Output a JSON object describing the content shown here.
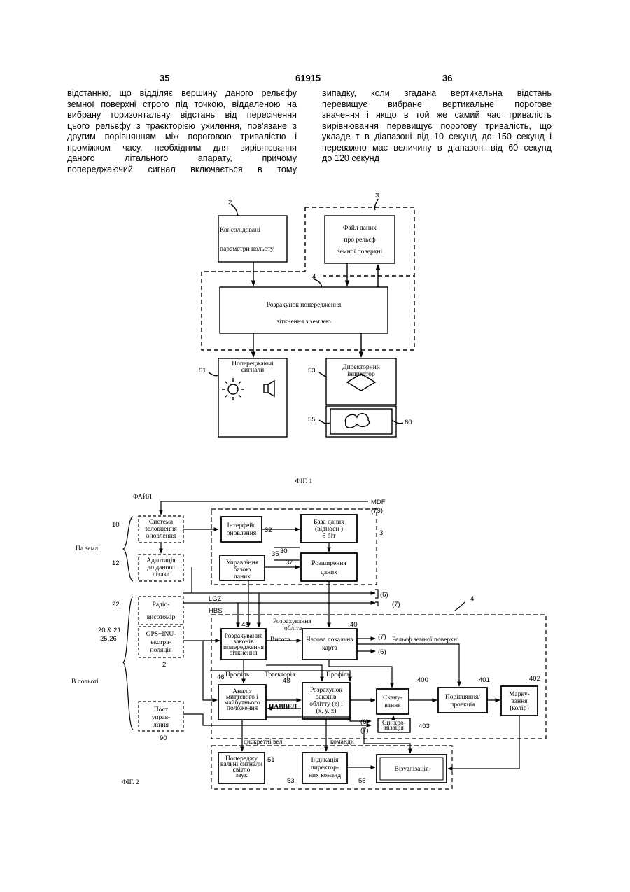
{
  "header": {
    "left_page": "35",
    "patent_number": "61915",
    "right_page": "36"
  },
  "left_column": [
    "відстанню, що відділяє вершину даного рельєфу",
    "земної поверхні строго під точкою, віддаленою на",
    "вибрану горизонтальну відстань від пересічення",
    "цього рельєфу з траєкторією ухилення, пов'язане з",
    "другим порівнянням між пороговою тривалістю і",
    "проміжком часу, необхідним для вирівнювання",
    "даного літального апарату, причому",
    "попереджаючий сигнал включається в тому"
  ],
  "right_column": [
    "випадку, коли згадана вертикальна відстань",
    "перевищує вибране вертикальне порогове",
    "значення і якщо в той же самий час тривалість",
    "вирівнювання перевищує порогову тривалість, що",
    "укладе т в діапазоні від 10 секунд до 150 секунд і",
    "переважно має величину в діапазоні від 60 секунд",
    "до 120 секунд"
  ],
  "fig1": {
    "caption": "ФІГ. 1",
    "ref_2": "2",
    "ref_3": "3",
    "ref_4": "4",
    "ref_51": "51",
    "ref_53": "53",
    "ref_55": "55",
    "ref_60": "60",
    "box2": [
      "Консолідовані",
      "параметри польоту"
    ],
    "box3": [
      "Файл даних",
      "про рельєф",
      "земної поверхні"
    ],
    "box4": [
      "Розрахунок попередження",
      "зіткнення з землею"
    ],
    "box51": [
      "Попереджаючі",
      "сигнали"
    ],
    "box53": [
      "Директорний",
      "індикатор"
    ]
  },
  "fig2": {
    "caption": "ФІГ. 2",
    "file_label": "ФАЙЛ",
    "mdf": "MDF",
    "ref_79": "(79)",
    "on_ground": "На землі",
    "in_flight": "В польоті",
    "box10": [
      "Система",
      "зеловнення",
      "оновлення"
    ],
    "box12": [
      "Адаптація",
      "до даного",
      "літака"
    ],
    "box22": [
      "Радіо-",
      "висотомір"
    ],
    "box2": [
      "GPS+INU-",
      "екстра-",
      "поляція"
    ],
    "box90": [
      "Пост",
      "управ-",
      "ління"
    ],
    "box32": [
      "Інтерфейс",
      "оновлення"
    ],
    "box30": [
      "База даних",
      "(відносн )",
      "5 біт"
    ],
    "box35": [
      "Управління",
      "базою",
      "даних"
    ],
    "box37": [
      "Розширення",
      "даних"
    ],
    "box43": [
      "Розрахування",
      "законів",
      "попередження",
      "зіткнення"
    ],
    "box40": [
      "Часова локальна",
      "карта"
    ],
    "box46": [
      "Аналіз",
      "миттєвого і",
      "майбутнього",
      "положення"
    ],
    "box48": [
      "Розрахунок",
      "законів",
      "облітту (z) і",
      "(x, y, z)"
    ],
    "box400": [
      "Скану-",
      "вання"
    ],
    "box401": [
      "Порівняння/",
      "проекція"
    ],
    "box402": [
      "Марку-",
      "вання",
      "(колір)"
    ],
    "box403": [
      "Синхро-",
      "нізація"
    ],
    "box51": [
      "Попереджу",
      "вальні сигнали",
      "світло",
      "звук"
    ],
    "box53": [
      "Індикація",
      "директор-",
      "них команд"
    ],
    "box55": "Візуалізація",
    "lbl_lgz": "LGZ",
    "lbl_hbs": "HBS",
    "lbl_rozrah": [
      "Розрахування",
      "обліта"
    ],
    "lbl_vysota": "Висота",
    "lbl_profil1": "Профіль",
    "lbl_traj": "Траєкторія",
    "lbl_profil2": "Профіль",
    "lbl_navvel": "НАВВЕЛ",
    "lbl_relief": "Рельєф земної поверхні",
    "lbl_discrete": "дискретні вел",
    "lbl_commands": "команди",
    "ref_6": "(6)",
    "ref_7": "(7)",
    "refs": [
      "10",
      "12",
      "22",
      "20 & 21,",
      "25,26",
      "2",
      "90",
      "3",
      "4",
      "32",
      "30",
      "35",
      "37",
      "43",
      "40",
      "46",
      "48",
      "400",
      "401",
      "402",
      "403",
      "51",
      "53",
      "55"
    ]
  }
}
